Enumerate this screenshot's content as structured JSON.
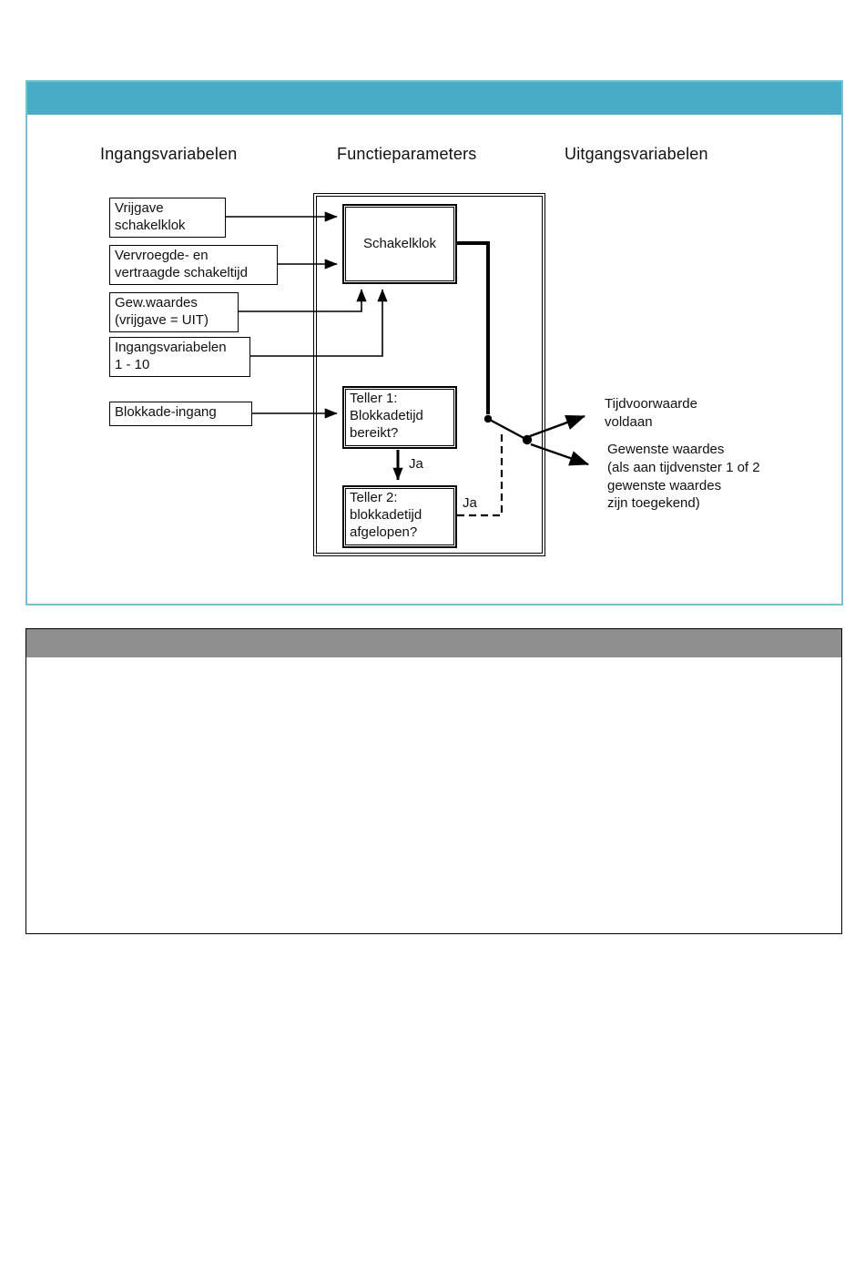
{
  "colors": {
    "accent_teal": "#49ACC6",
    "panel_border": "#74C3D5",
    "gray_bar": "#8F8F8F"
  },
  "diagram": {
    "column_headers": {
      "inputs": "Ingangsvariabelen",
      "function_params": "Functieparameters",
      "outputs": "Uitgangsvariabelen"
    },
    "input_boxes": [
      {
        "label": "Vrijgave\nschakelklok"
      },
      {
        "label": "Vervroegde- en\nvertraagde schakeltijd"
      },
      {
        "label": "Gew.waardes\n(vrijgave = UIT)"
      },
      {
        "label": "Ingangsvariabelen\n1 - 10"
      },
      {
        "label": "Blokkade-ingang"
      }
    ],
    "function_blocks": {
      "clock": "Schakelklok",
      "counter1": "Teller 1:\nBlokkadetijd\nbereikt?",
      "counter2": "Teller 2:\nblokkadetijd\nafgelopen?"
    },
    "edge_labels": {
      "ja1": "Ja",
      "ja2": "Ja"
    },
    "outputs": [
      {
        "label": "Tijdvoorwaarde\nvoldaan"
      },
      {
        "label": "Gewenste waardes\n(als aan tijdvenster 1 of 2\ngewenste waardes\nzijn toegekend)"
      }
    ]
  }
}
